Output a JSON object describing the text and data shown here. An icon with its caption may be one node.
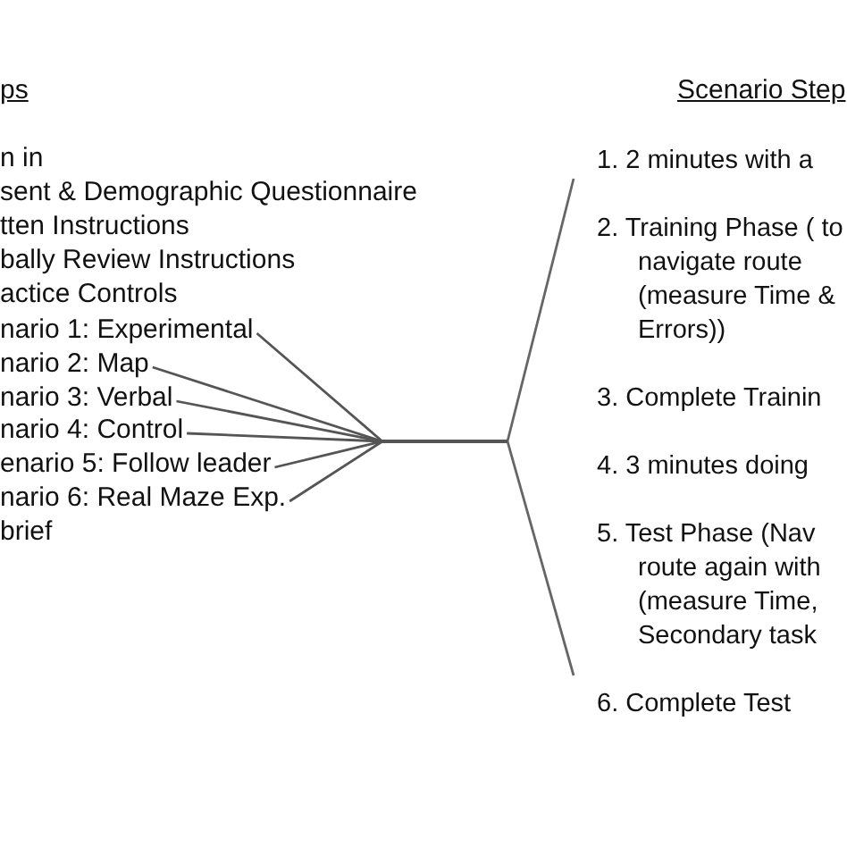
{
  "diagram": {
    "nodes": [
      {
        "text": [
          "nario 1:  Experimental"
        ]
      },
      {
        "text": [
          "nario 2:  Map"
        ]
      },
      {
        "text": [
          "nario 3:  Verbal"
        ]
      },
      {
        "text": [
          "nario 4:  Control"
        ]
      },
      {
        "text": [
          "enario 5: Follow leader"
        ]
      },
      {
        "text": [
          "nario 6:  Real Maze Exp."
        ]
      },
      {
        "text": [
          "Scenario Step",
          "1. 2 minutes with a",
          "2. Training Phase ( to navigate route (measure Time & Errors))",
          "3. Complete Trainin",
          "4. 3 minutes doing",
          "5. Test Phase (Nav route again with (measure Time, Secondary task",
          "6. Complete  Test"
        ]
      }
    ],
    "edges": [
      {
        "from": 0,
        "to": 6,
        "arrow": "none"
      },
      {
        "from": 1,
        "to": 6,
        "arrow": "none"
      },
      {
        "from": 2,
        "to": 6,
        "arrow": "none"
      },
      {
        "from": 3,
        "to": 6,
        "arrow": "none"
      },
      {
        "from": 4,
        "to": 6,
        "arrow": "none"
      },
      {
        "from": 5,
        "to": 6,
        "arrow": "none"
      }
    ],
    "labels": [
      "ps",
      "n in",
      "sent & Demographic Questionnaire",
      "tten Instructions",
      "bally Review Instructions",
      "actice Controls",
      "brief"
    ]
  }
}
